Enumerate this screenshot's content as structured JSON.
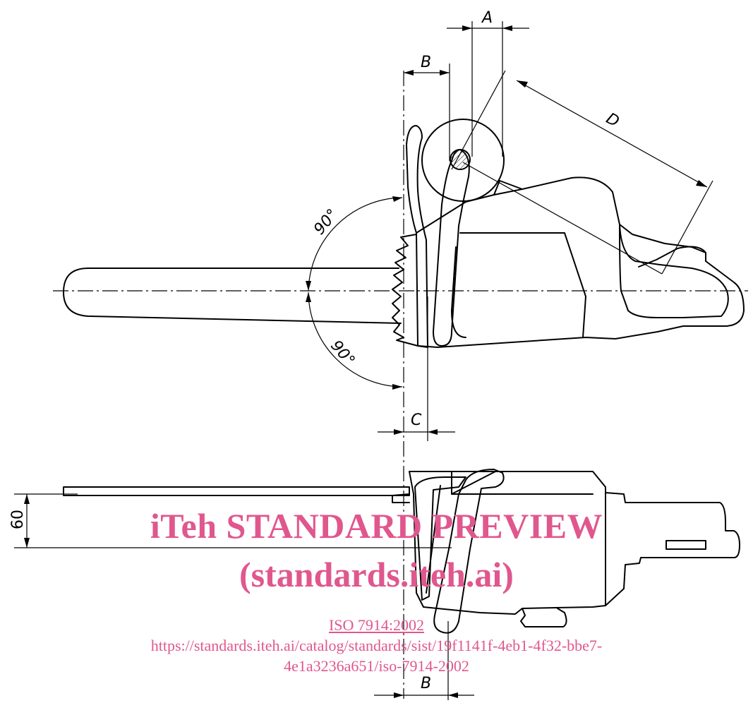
{
  "dimensions": {
    "A": "A",
    "B_top": "B",
    "C": "C",
    "D": "D",
    "B_bottom": "B",
    "angle_upper": "90°",
    "angle_lower": "90°",
    "height_60": "60"
  },
  "watermark": {
    "title": "iTeh STANDARD PREVIEW",
    "subtitle": "(standards.iteh.ai)",
    "doc_id": "ISO 7914:2002",
    "url_line1": "https://standards.iteh.ai/catalog/standards/sist/19f1141f-4eb1-4f32-bbe7-",
    "url_line2": "4e1a3236a651/iso-7914-2002"
  },
  "colors": {
    "line": "#000000",
    "watermark": "#e0578e",
    "background": "#ffffff"
  }
}
